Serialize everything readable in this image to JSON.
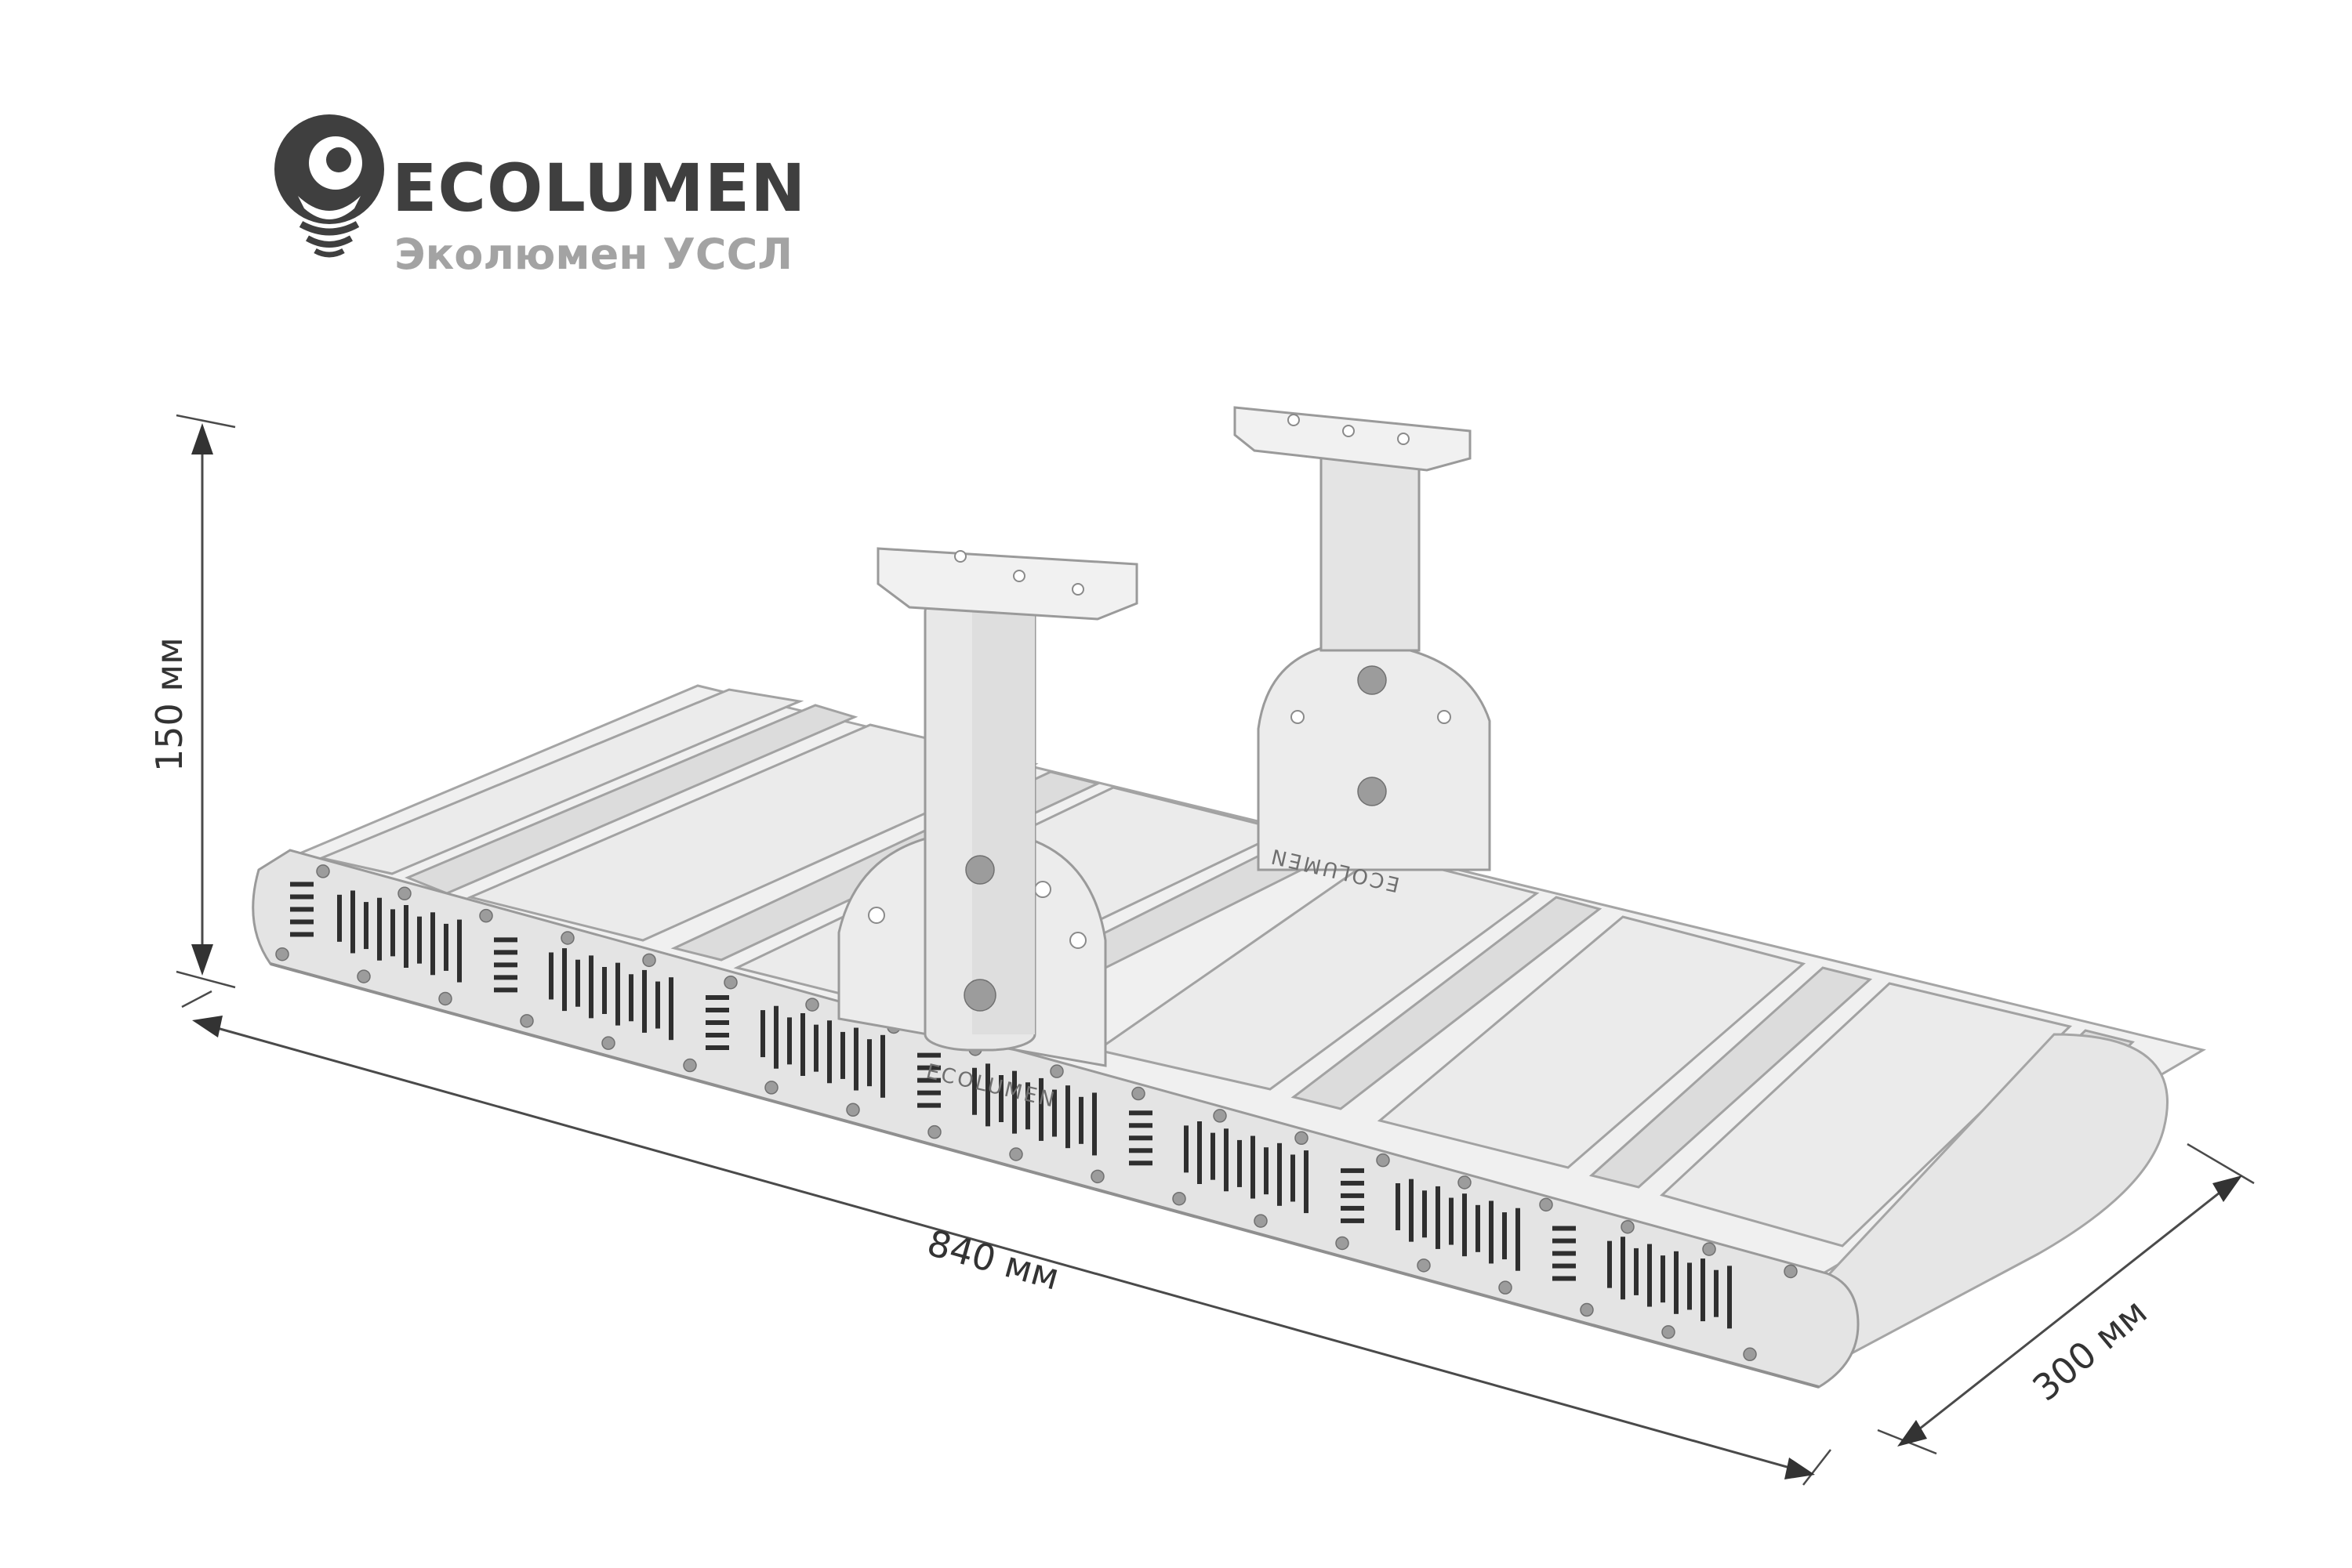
{
  "brand": {
    "name": "ECOLUMEN",
    "subtitle": "Эколюмен УССЛ",
    "logo_icon": "ecolumen-bulb-logo-icon",
    "colors": {
      "dark": "#3f3f3f",
      "light": "#a3a3a3"
    }
  },
  "dimensions": {
    "height_label": "150 мм",
    "length_label": "840 мм",
    "width_label": "300 мм"
  },
  "product": {
    "engraving_front": "ECOLUMEN",
    "engraving_rear": "ECOLUMEN"
  }
}
